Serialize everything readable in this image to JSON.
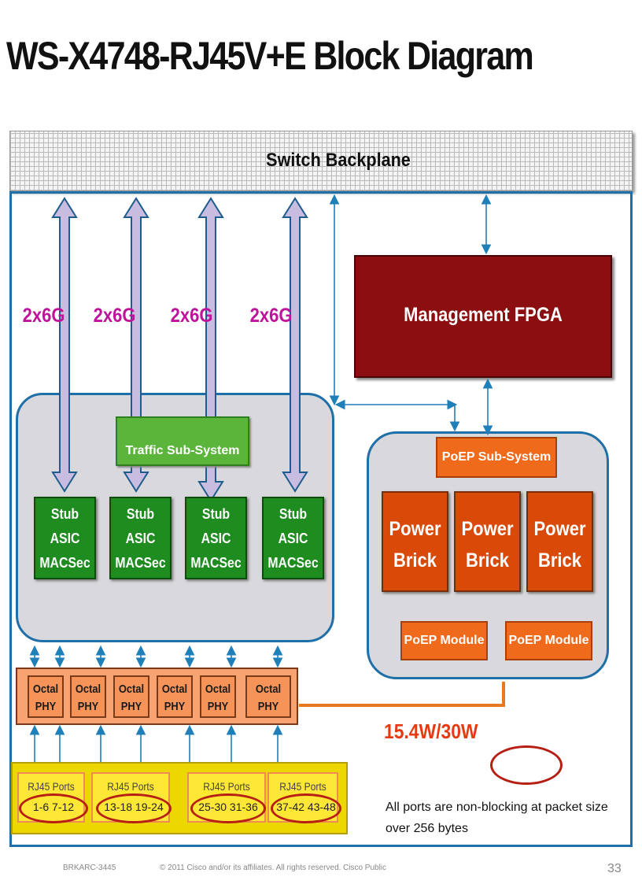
{
  "title": "WS-X4748-RJ45V+E Block Diagram",
  "backplane": {
    "label": "Switch Backplane"
  },
  "links": [
    "2x6G",
    "2x6G",
    "2x6G",
    "2x6G"
  ],
  "management": {
    "label": "Management FPGA"
  },
  "traffic": {
    "label": "Traffic Sub-System"
  },
  "asics": [
    {
      "l1": "Stub",
      "l2": "ASIC",
      "l3": "MACSec"
    },
    {
      "l1": "Stub",
      "l2": "ASIC",
      "l3": "MACSec"
    },
    {
      "l1": "Stub",
      "l2": "ASIC",
      "l3": "MACSec"
    },
    {
      "l1": "Stub",
      "l2": "ASIC",
      "l3": "MACSec"
    }
  ],
  "poe": {
    "subsystem": "PoEP Sub-System",
    "bricks": [
      {
        "l1": "Power",
        "l2": "Brick"
      },
      {
        "l1": "Power",
        "l2": "Brick"
      },
      {
        "l1": "Power",
        "l2": "Brick"
      }
    ],
    "modules": [
      "PoEP Module",
      "PoEP Module"
    ]
  },
  "phys": [
    {
      "l1": "Octal",
      "l2": "PHY"
    },
    {
      "l1": "Octal",
      "l2": "PHY"
    },
    {
      "l1": "Octal",
      "l2": "PHY"
    },
    {
      "l1": "Octal",
      "l2": "PHY"
    },
    {
      "l1": "Octal",
      "l2": "PHY"
    },
    {
      "l1": "Octal",
      "l2": "PHY"
    }
  ],
  "port_groups": [
    {
      "label": "RJ45 Ports",
      "ports": "1-6    7-12"
    },
    {
      "label": "RJ45 Ports",
      "ports": "13-18  19-24"
    },
    {
      "label": "RJ45 Ports",
      "ports": "25-30  31-36"
    },
    {
      "label": "RJ45 Ports",
      "ports": "37-42  43-48"
    }
  ],
  "power_label": "15.4W/30W",
  "note": "All ports are non-blocking at packet size over 256 bytes",
  "footer": {
    "session": "BRKARC-3445",
    "copyright": "© 2011 Cisco and/or its affiliates. All rights reserved.",
    "classification": "Cisco Public",
    "page": "33"
  },
  "colors": {
    "frame": "#1f6fa8",
    "fpga": "#8b0e10",
    "asic": "#1f8c1f",
    "poe": "#f06a1c",
    "link_label": "#c0139c",
    "power_label": "#e83a12"
  }
}
